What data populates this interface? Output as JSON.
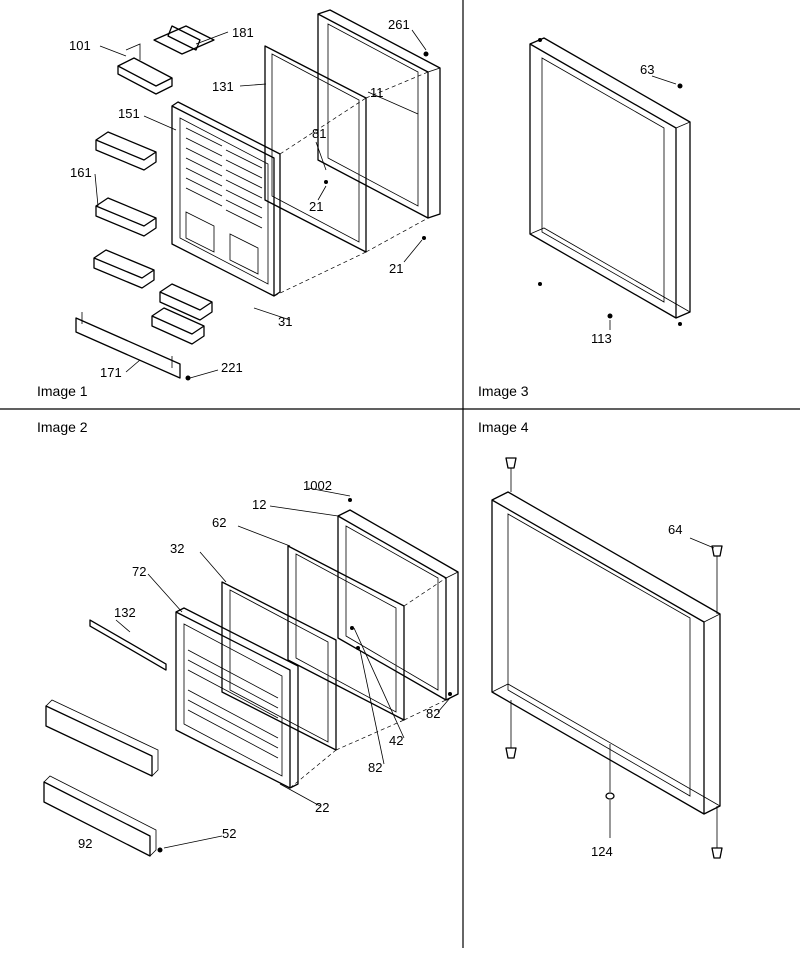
{
  "panels": {
    "image1": "Image 1",
    "image2": "Image 2",
    "image3": "Image 3",
    "image4": "Image 4"
  },
  "callouts": {
    "c101": "101",
    "c181": "181",
    "c261": "261",
    "c131": "131",
    "c11": "11",
    "c151": "151",
    "c81": "81",
    "c161": "161",
    "c21a": "21",
    "c21b": "21",
    "c31": "31",
    "c171": "171",
    "c221": "221",
    "c63": "63",
    "c113": "113",
    "c1002": "1002",
    "c12": "12",
    "c62": "62",
    "c32": "32",
    "c72": "72",
    "c132": "132",
    "c82a": "82",
    "c42": "42",
    "c82b": "82",
    "c22": "22",
    "c52": "52",
    "c92": "92",
    "c64": "64",
    "c124": "124"
  }
}
